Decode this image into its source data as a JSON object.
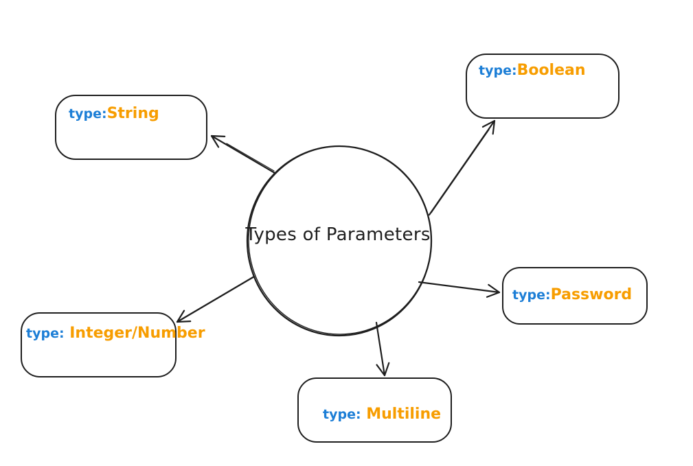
{
  "canvas": {
    "background": "#ffffff"
  },
  "palette": {
    "stroke": "#1e1e1e",
    "type_prefix_color": "#1c7ed6",
    "type_value_color": "#f79d00"
  },
  "diagram": {
    "center": {
      "label": "Types of Parameters",
      "shape": "ellipse"
    },
    "nodes": [
      {
        "id": "string",
        "prefix": "type:",
        "value": "String"
      },
      {
        "id": "boolean",
        "prefix": "type:",
        "value": "Boolean"
      },
      {
        "id": "password",
        "prefix": "type:",
        "value": "Password"
      },
      {
        "id": "integer-number",
        "prefix": "type:",
        "value": " Integer/Number"
      },
      {
        "id": "multiline",
        "prefix": "type:",
        "value": " Multiline"
      }
    ],
    "edges": [
      {
        "from": "center",
        "to": "string"
      },
      {
        "from": "center",
        "to": "boolean"
      },
      {
        "from": "center",
        "to": "password"
      },
      {
        "from": "center",
        "to": "integer-number"
      },
      {
        "from": "center",
        "to": "multiline"
      }
    ]
  }
}
